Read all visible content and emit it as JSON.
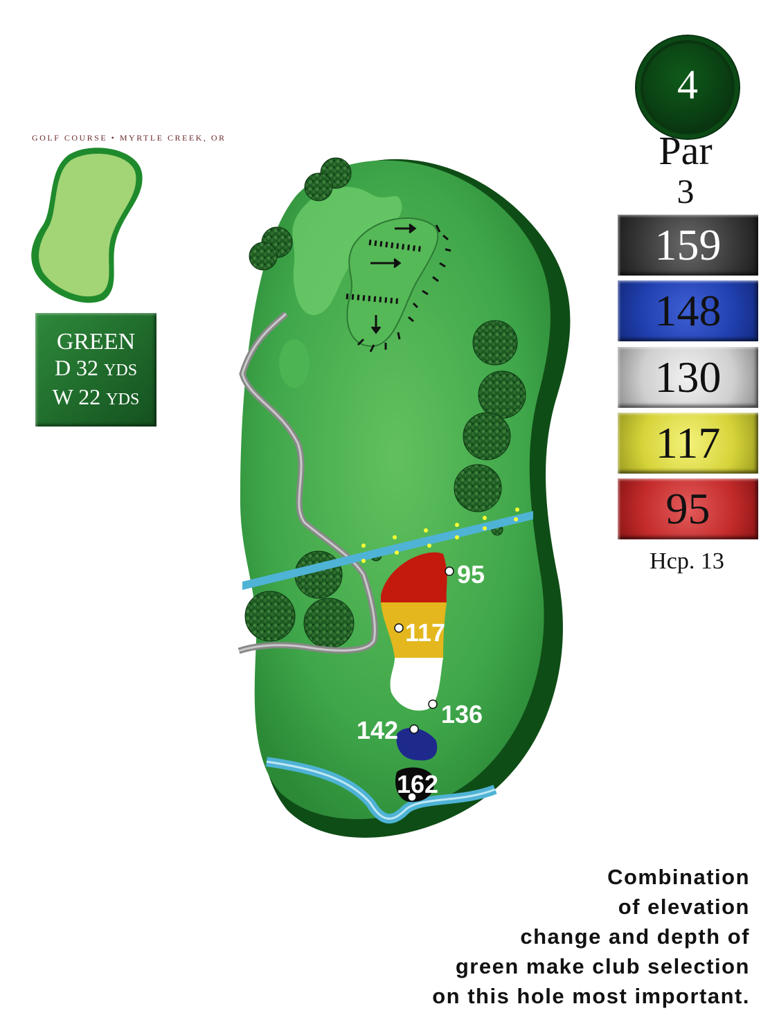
{
  "course_name": "GOLF COURSE • MYRTLE CREEK, OR",
  "green_info": {
    "label": "GREEN",
    "depth_prefix": "D 32",
    "width_prefix": "W 22",
    "unit": "YDS"
  },
  "hole": {
    "number": "4",
    "par_label": "Par",
    "par_value": "3",
    "handicap": "Hcp. 13"
  },
  "tee_yardages": [
    {
      "tee": "black",
      "yards": "159",
      "color": "#2b2b2b"
    },
    {
      "tee": "blue",
      "yards": "148",
      "color": "#2140b0"
    },
    {
      "tee": "white",
      "yards": "130",
      "color": "#cfcfcf"
    },
    {
      "tee": "yellow",
      "yards": "117",
      "color": "#d6d43a"
    },
    {
      "tee": "red",
      "yards": "95",
      "color": "#c42b2b"
    }
  ],
  "map_labels": {
    "red_tee_marker": "95",
    "yellow_tee_marker": "117",
    "white_tee_marker": "136",
    "blue_tee_marker": "142",
    "black_tee_marker": "162"
  },
  "note_lines": [
    "Combination",
    "of elevation",
    "change and depth of",
    "green make club selection",
    "on this hole most important."
  ],
  "colors": {
    "fairway": "#3fa64a",
    "rough_dark": "#1f6a25",
    "green_light": "#a3d475",
    "water": "#4fb3d6",
    "cart_path": "#9a9a9a",
    "tee_red": "#c41a0d",
    "tee_yellow": "#e3b71d",
    "tee_blue": "#1d2a8c",
    "tee_black": "#0a0a0a"
  }
}
